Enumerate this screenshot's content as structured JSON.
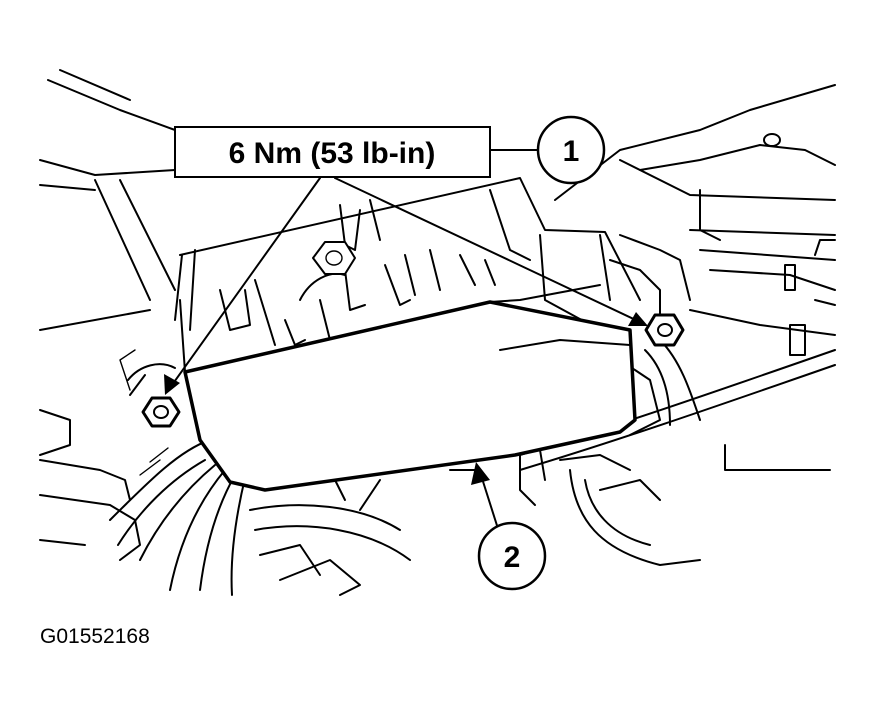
{
  "torque_label": "6 Nm (53 lb-in)",
  "callouts": [
    {
      "id": "1"
    },
    {
      "id": "2"
    }
  ],
  "figure_code": "G01552168",
  "colors": {
    "line": "#000000",
    "background": "#ffffff"
  }
}
